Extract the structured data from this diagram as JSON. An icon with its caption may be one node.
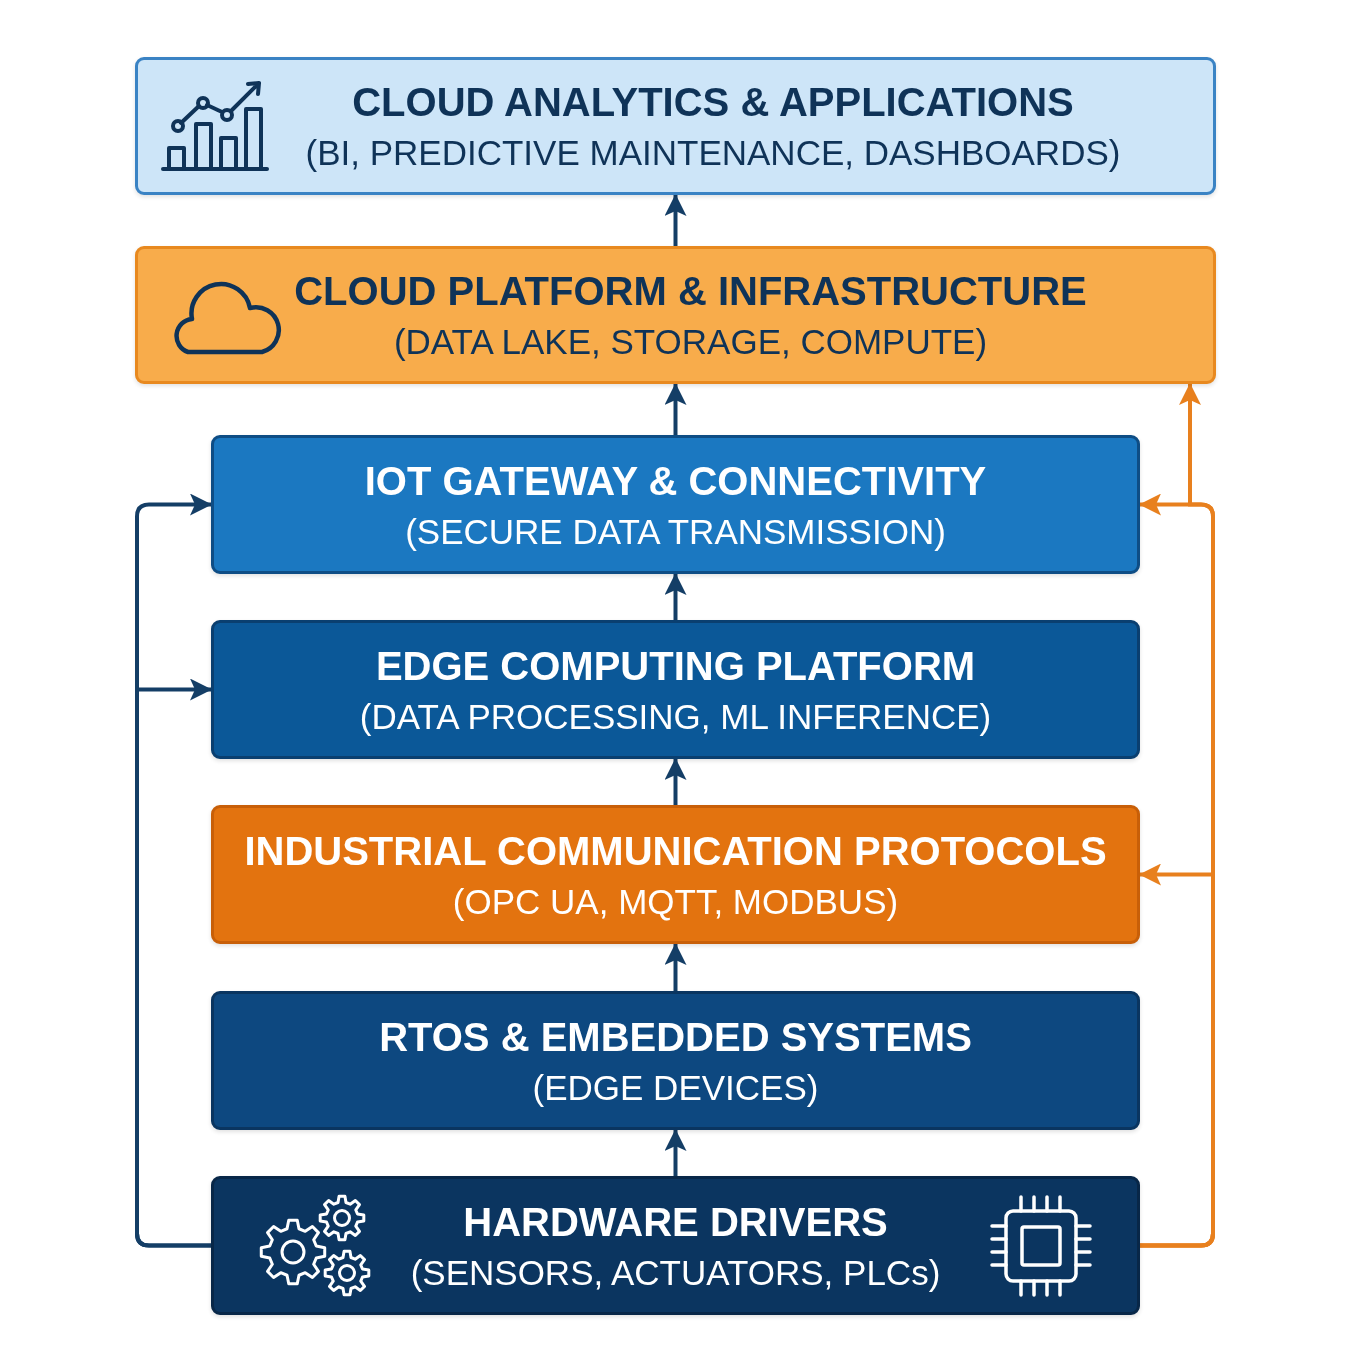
{
  "diagram": {
    "nodes": [
      {
        "text": [
          "CLOUD ANALYTICS & APPLICATIONS",
          "(BI, PREDICTIVE MAINTENANCE, DASHBOARDS)"
        ]
      },
      {
        "text": [
          "CLOUD PLATFORM & INFRASTRUCTURE",
          "(DATA LAKE, STORAGE, COMPUTE)"
        ]
      },
      {
        "text": [
          "IOT GATEWAY & CONNECTIVITY",
          "(SECURE DATA TRANSMISSION)"
        ]
      },
      {
        "text": [
          "EDGE COMPUTING PLATFORM",
          "(DATA PROCESSING, ML INFERENCE)"
        ]
      },
      {
        "text": [
          "INDUSTRIAL COMMUNICATION PROTOCOLS",
          "(OPC UA, MQTT, MODBUS)"
        ]
      },
      {
        "text": [
          "RTOS & EMBEDDED SYSTEMS",
          "(EDGE DEVICES)"
        ]
      },
      {
        "text": [
          "HARDWARE DRIVERS",
          "(SENSORS, ACTUATORS, PLCs)"
        ]
      }
    ],
    "edges": [
      {
        "from": 6,
        "to": 5,
        "arrow": "to"
      },
      {
        "from": 5,
        "to": 4,
        "arrow": "to"
      },
      {
        "from": 4,
        "to": 3,
        "arrow": "to"
      },
      {
        "from": 3,
        "to": 2,
        "arrow": "to"
      },
      {
        "from": 2,
        "to": 1,
        "arrow": "to"
      },
      {
        "from": 1,
        "to": 0,
        "arrow": "to"
      },
      {
        "from": 6,
        "to": 3,
        "arrow": "to"
      },
      {
        "from": 6,
        "to": 2,
        "arrow": "to"
      },
      {
        "from": 6,
        "to": 4,
        "arrow": "to",
        "color": "#e8801e"
      },
      {
        "from": 6,
        "to": 2,
        "arrow": "to",
        "color": "#e8801e"
      },
      {
        "from": 6,
        "to": 1,
        "arrow": "to",
        "color": "#e8801e"
      }
    ]
  }
}
